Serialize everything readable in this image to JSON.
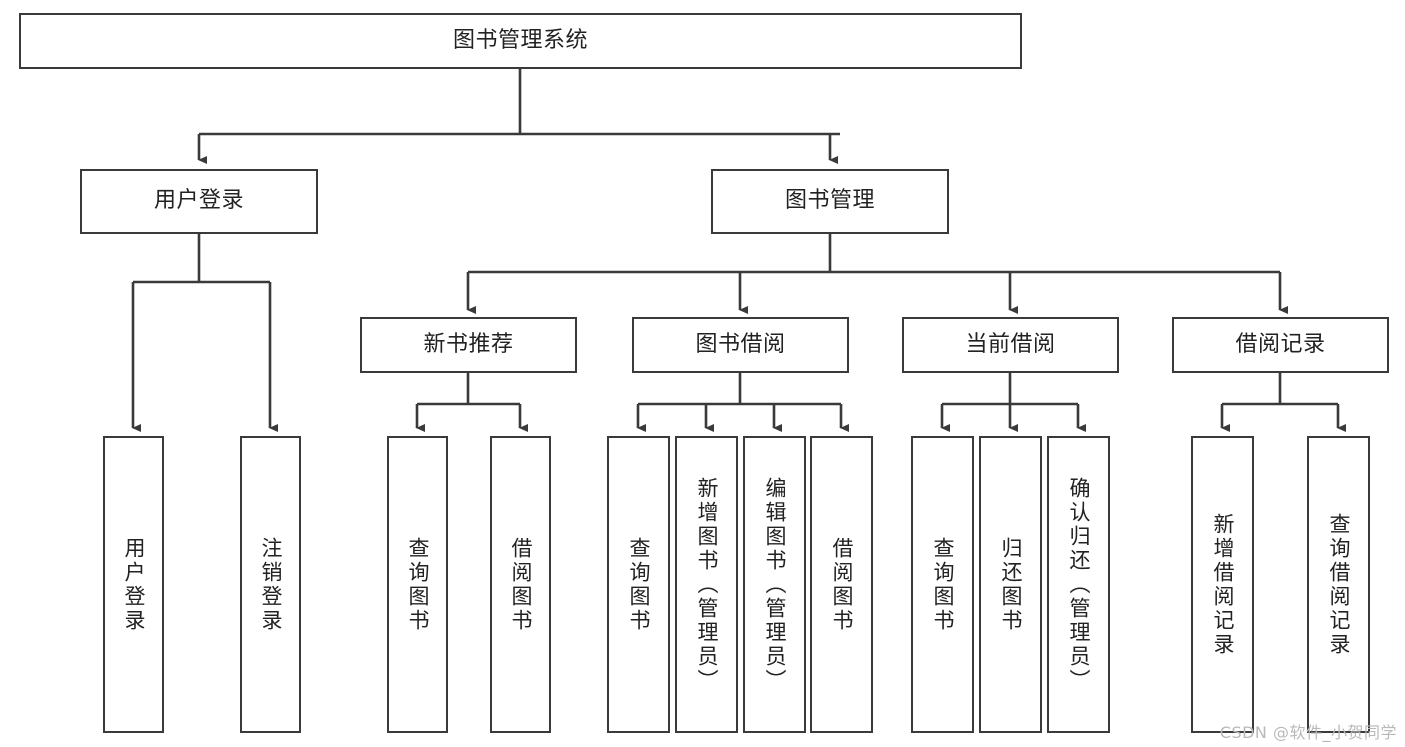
{
  "diagram": {
    "type": "tree",
    "title": "图书管理系统",
    "watermark": "CSDN @软件_小贺同学",
    "colors": {
      "stroke": "#3a3a3a",
      "text": "#222222",
      "background": "#ffffff",
      "watermark": "#b9b9b9"
    },
    "levels": {
      "root": {
        "label": "图书管理系统"
      },
      "level2": [
        {
          "id": "user-login",
          "label": "用户登录"
        },
        {
          "id": "book-management",
          "label": "图书管理"
        }
      ],
      "level3": [
        {
          "id": "new-book-recommend",
          "label": "新书推荐",
          "parent": "book-management"
        },
        {
          "id": "book-borrow",
          "label": "图书借阅",
          "parent": "book-management"
        },
        {
          "id": "current-borrow",
          "label": "当前借阅",
          "parent": "book-management"
        },
        {
          "id": "borrow-record",
          "label": "借阅记录",
          "parent": "book-management"
        }
      ],
      "leaves": [
        {
          "id": "leaf-user-login",
          "label": "用户登录",
          "parent": "user-login"
        },
        {
          "id": "leaf-logout",
          "label": "注销登录",
          "parent": "user-login"
        },
        {
          "id": "leaf-query-book-1",
          "label": "查询图书",
          "parent": "new-book-recommend"
        },
        {
          "id": "leaf-borrow-book-1",
          "label": "借阅图书",
          "parent": "new-book-recommend"
        },
        {
          "id": "leaf-query-book-2",
          "label": "查询图书",
          "parent": "book-borrow"
        },
        {
          "id": "leaf-add-book",
          "label": "新增图书（管理员）",
          "parent": "book-borrow"
        },
        {
          "id": "leaf-edit-book",
          "label": "编辑图书（管理员）",
          "parent": "book-borrow"
        },
        {
          "id": "leaf-borrow-book-2",
          "label": "借阅图书",
          "parent": "book-borrow"
        },
        {
          "id": "leaf-query-book-3",
          "label": "查询图书",
          "parent": "current-borrow"
        },
        {
          "id": "leaf-return-book",
          "label": "归还图书",
          "parent": "current-borrow"
        },
        {
          "id": "leaf-confirm-return",
          "label": "确认归还（管理员）",
          "parent": "current-borrow"
        },
        {
          "id": "leaf-add-record",
          "label": "新增借阅记录",
          "parent": "borrow-record"
        },
        {
          "id": "leaf-query-record",
          "label": "查询借阅记录",
          "parent": "borrow-record"
        }
      ]
    }
  }
}
